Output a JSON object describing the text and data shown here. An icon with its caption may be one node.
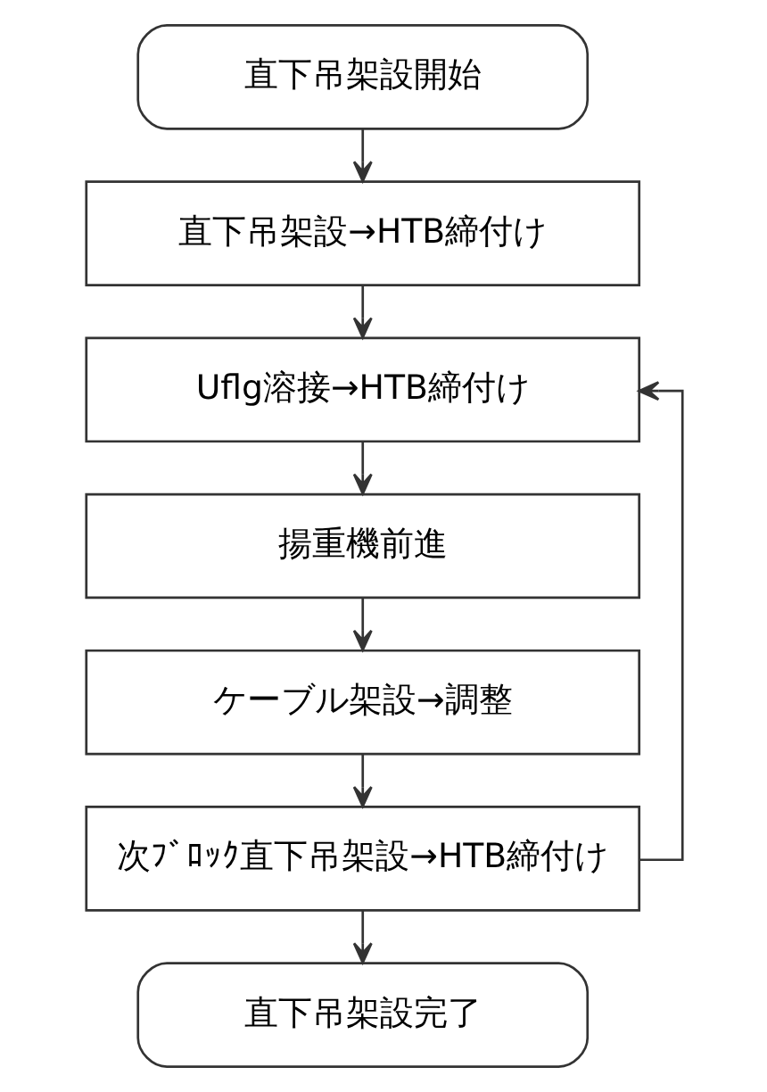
{
  "diagram": {
    "nodes": [
      {
        "text": [
          "直下吊架設開始"
        ]
      },
      {
        "text": [
          "直下吊架設→HTB締付け"
        ]
      },
      {
        "text": [
          "Uflg溶接→HTB締付け"
        ]
      },
      {
        "text": [
          "揚重機前進"
        ]
      },
      {
        "text": [
          "ケーブル架設→調整"
        ]
      },
      {
        "text": [
          "次ﾌﾞﾛｯｸ直下吊架設→HTB締付け"
        ]
      },
      {
        "text": [
          "直下吊架設完了"
        ]
      }
    ],
    "edges": [
      {
        "from": 0,
        "to": 1,
        "arrow": "to"
      },
      {
        "from": 1,
        "to": 2,
        "arrow": "to"
      },
      {
        "from": 2,
        "to": 3,
        "arrow": "to"
      },
      {
        "from": 3,
        "to": 4,
        "arrow": "to"
      },
      {
        "from": 4,
        "to": 5,
        "arrow": "to"
      },
      {
        "from": 5,
        "to": 6,
        "arrow": "to"
      },
      {
        "from": 5,
        "to": 2,
        "arrow": "to"
      }
    ]
  }
}
